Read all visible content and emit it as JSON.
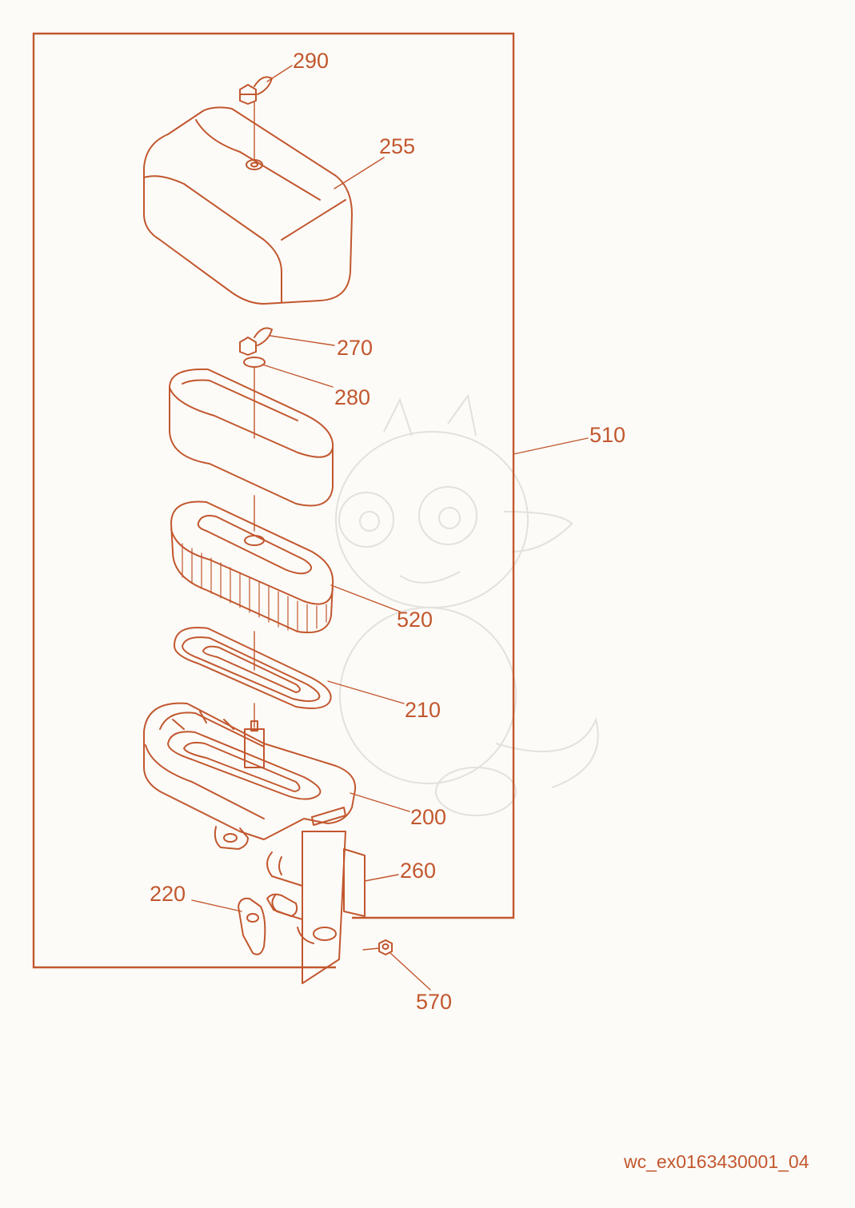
{
  "colors": {
    "line": "#c2572e",
    "background": "#fcfbf8",
    "watermark": "#e3e1dc"
  },
  "icons": {
    "watermark": "baby-dragon-watermark-icon"
  },
  "drawing_id": "wc_ex0163430001_04",
  "callouts": {
    "c290": "290",
    "c255": "255",
    "c270": "270",
    "c280": "280",
    "c510": "510",
    "c520": "520",
    "c210": "210",
    "c200": "200",
    "c260": "260",
    "c220": "220",
    "c570": "570"
  }
}
